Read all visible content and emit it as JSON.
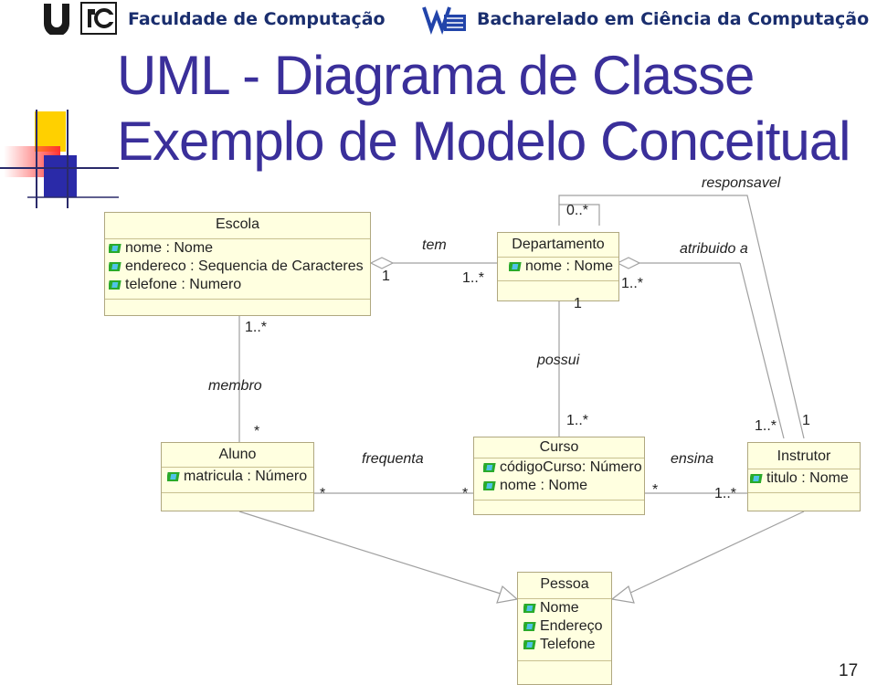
{
  "header": {
    "faculty": "Faculdade de Computação",
    "program": "Bacharelado em Ciência da Computação"
  },
  "title": {
    "line1": "UML - Diagrama de Classe",
    "line2": "Exemplo de Modelo Conceitual"
  },
  "classes": {
    "escola": {
      "name": "Escola",
      "attrs": [
        "nome : Nome",
        "endereco : Sequencia de Caracteres",
        "telefone : Numero"
      ]
    },
    "departamento": {
      "name": "Departamento",
      "attrs": [
        "nome : Nome"
      ]
    },
    "aluno": {
      "name": "Aluno",
      "attrs": [
        "matricula : Número"
      ]
    },
    "curso": {
      "name": "Curso",
      "attrs": [
        "códigoCurso: Número",
        "nome : Nome"
      ]
    },
    "instrutor": {
      "name": "Instrutor",
      "attrs": [
        "titulo : Nome"
      ]
    },
    "pessoa": {
      "name": "Pessoa",
      "attrs": [
        "Nome",
        "Endereço",
        "Telefone"
      ]
    }
  },
  "associations": {
    "tem": "tem",
    "responsavel": "responsavel",
    "atribuido_a": "atribuido a",
    "possui": "possui",
    "membro": "membro",
    "frequenta": "frequenta",
    "ensina": "ensina"
  },
  "multiplicities": {
    "escola_tem": "1",
    "dep_tem": "1..*",
    "dep_top": "0..*",
    "dep_right": "1..*",
    "dep_bottom": "1",
    "escola_bottom": "1..*",
    "aluno_top": "*",
    "aluno_right": "*",
    "curso_left": "*",
    "curso_top": "1..*",
    "curso_right": "*",
    "instrutor_left": "1..*",
    "instrutor_top_left": "1..*",
    "instrutor_top_right": "1"
  },
  "page_number": "17",
  "colors": {
    "header": "#1a2e6e",
    "title": "#3a2f9a",
    "class_fill": "#ffffe0",
    "line": "#a0a0a0"
  }
}
